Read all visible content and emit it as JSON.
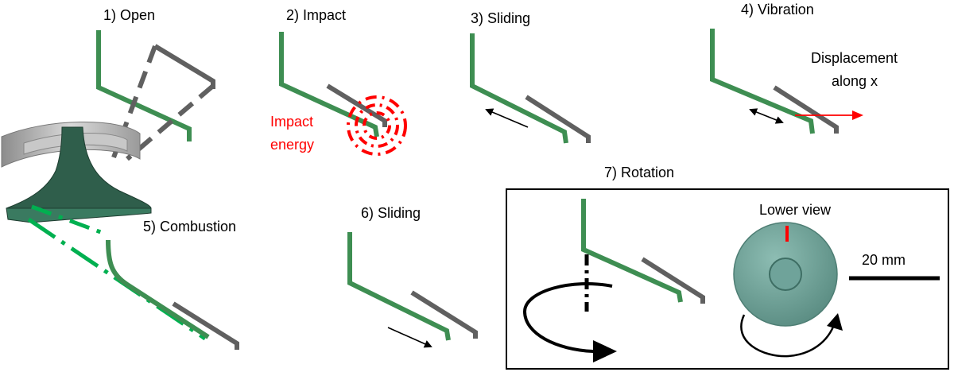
{
  "panels": {
    "open": {
      "label": "1) Open"
    },
    "impact": {
      "label": "2) Impact",
      "annotation_line1": "Impact",
      "annotation_line2": "energy"
    },
    "sliding1": {
      "label": "3) Sliding"
    },
    "vibration": {
      "label": "4) Vibration",
      "annotation_line1": "Displacement",
      "annotation_line2": "along x"
    },
    "combustion": {
      "label": "5) Combustion"
    },
    "sliding2": {
      "label": "6) Sliding"
    },
    "rotation": {
      "label": "7) Rotation",
      "lower_view_label": "Lower view",
      "scale_label": "20 mm"
    }
  },
  "colors": {
    "valve_seat": "#3E8E52",
    "valve_head": "#606060",
    "valve_body": "#2F5E4B",
    "seat_ring": "#A6A6A6",
    "highlight_line": "#00B050",
    "impact_red": "#FF0000",
    "arrow": "#000000",
    "disc_fill": "#6FA39A"
  }
}
